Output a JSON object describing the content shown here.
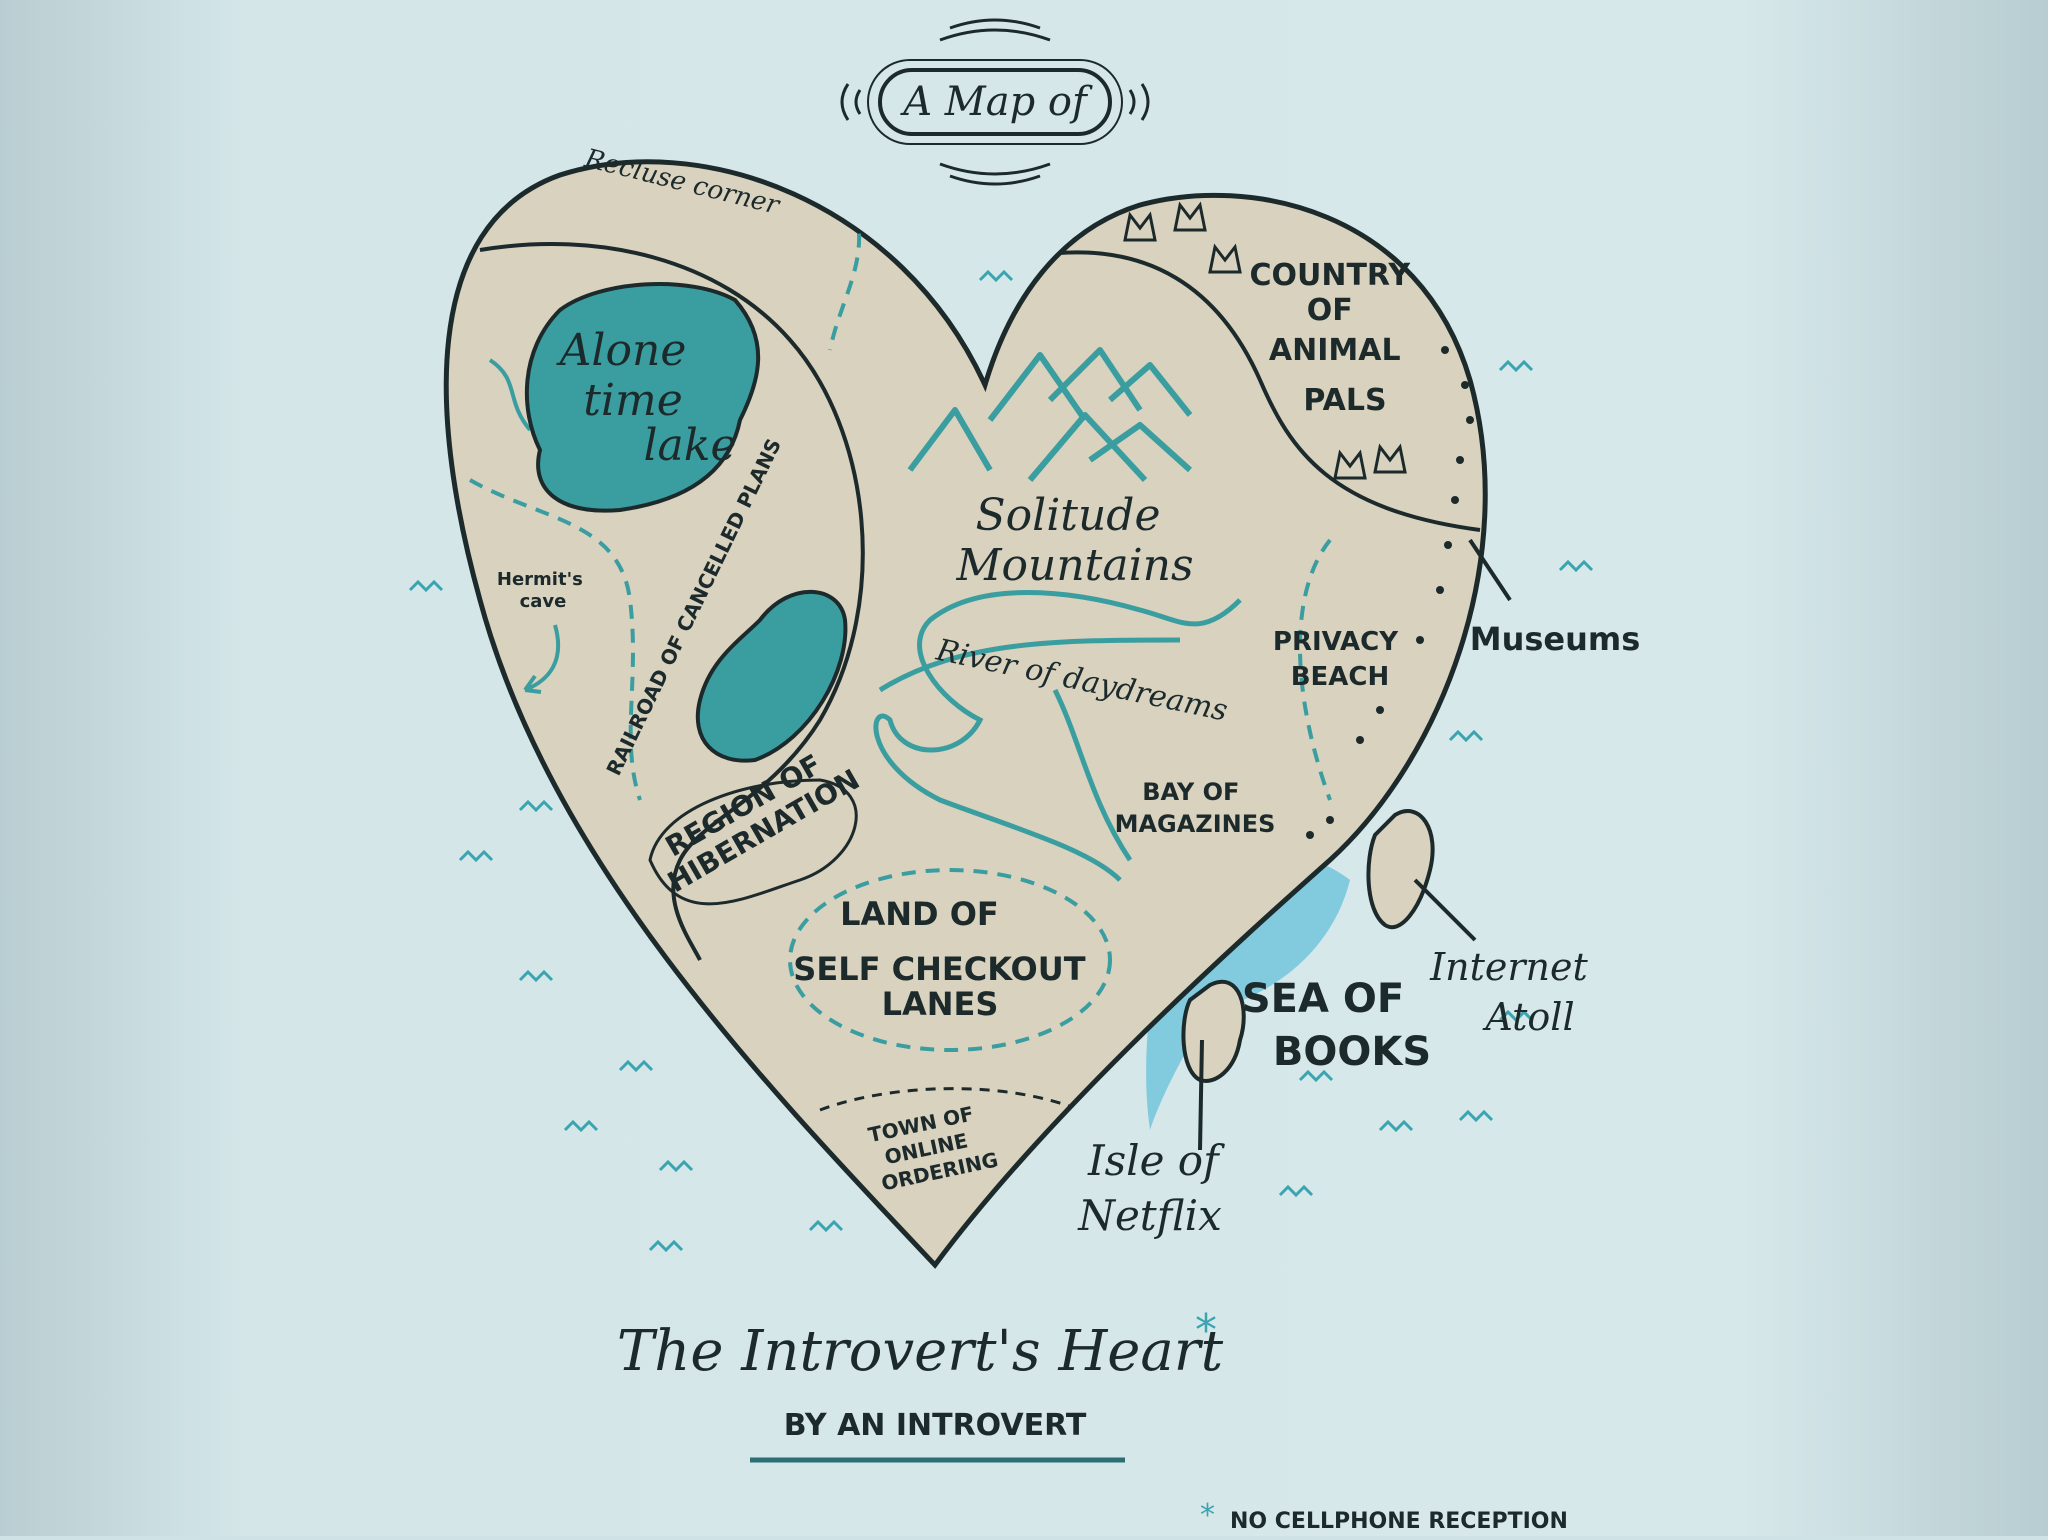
{
  "header": {
    "badge_text": "A Map of"
  },
  "title": "The Introvert's Heart",
  "title_asterisk": "*",
  "byline": "BY AN INTROVERT",
  "footnote": {
    "asterisk": "*",
    "text": "NO CELLPHONE RECEPTION"
  },
  "regions": {
    "recluse_corner": "Recluse corner",
    "alone_time_lake": [
      "Alone",
      "time",
      "lake"
    ],
    "hermits_cave": [
      "Hermit's",
      "cave"
    ],
    "railroad": "RAILROAD OF CANCELLED PLANS",
    "region_hibernation": [
      "REGION OF",
      "HIBERNATION"
    ],
    "solitude_mountains": [
      "Solitude",
      "Mountains"
    ],
    "river_daydreams": "River of daydreams",
    "country_animal_pals": [
      "COUNTRY",
      "OF",
      "ANIMAL",
      "PALS"
    ],
    "privacy_beach": [
      "PRIVACY",
      "BEACH"
    ],
    "museums": "Museums",
    "bay_magazines": [
      "BAY OF",
      "MAGAZINES"
    ],
    "self_checkout": [
      "LAND OF",
      "SELF CHECKOUT",
      "LANES"
    ],
    "town_online": [
      "TOWN OF",
      "ONLINE",
      "ORDERING"
    ],
    "isle_netflix": [
      "Isle of",
      "Netflix"
    ],
    "sea_books": [
      "SEA OF",
      "BOOKS"
    ],
    "internet_atoll": [
      "Internet",
      "Atoll"
    ]
  },
  "colors": {
    "shirt": "#cfe3e6",
    "land": "#d8d2be",
    "water": "#3a9ea0",
    "ink": "#1d2a2c",
    "wave": "#3aa4b0"
  }
}
